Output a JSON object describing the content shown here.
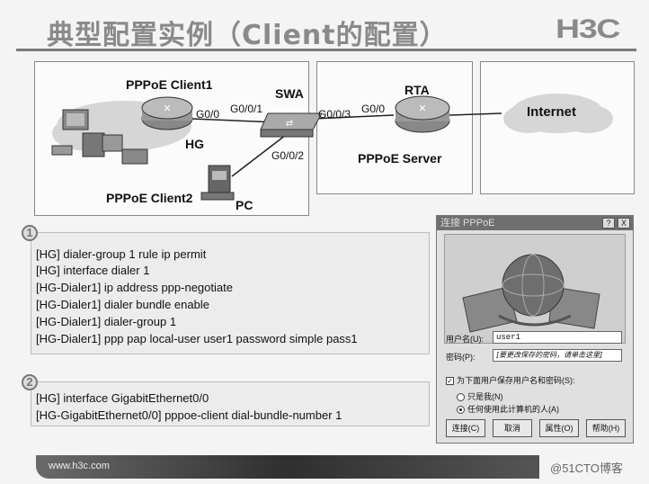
{
  "header": {
    "title": "典型配置实例（Client的配置）",
    "logo": "H3C"
  },
  "topology": {
    "client1_label": "PPPoE Client1",
    "client1_port": "G0/0",
    "hg_label": "HG",
    "client2_label": "PPPoE Client2",
    "pc_label": "PC",
    "swa_label": "SWA",
    "swa_port_1": "G0/0/1",
    "swa_port_2": "G0/0/2",
    "swa_port_3": "G0/0/3",
    "rta_label": "RTA",
    "rta_port": "G0/0",
    "server_label": "PPPoE Server",
    "internet_label": "Internet"
  },
  "step1": {
    "number": "1",
    "lines": [
      "[HG] dialer-group 1 rule ip permit",
      "[HG] interface dialer 1",
      "[HG-Dialer1] ip address ppp-negotiate",
      "[HG-Dialer1] dialer bundle enable",
      "[HG-Dialer1] dialer-group 1",
      "[HG-Dialer1] ppp pap local-user user1 password simple pass1"
    ]
  },
  "step2": {
    "number": "2",
    "lines": [
      "[HG] interface GigabitEthernet0/0",
      "[HG-GigabitEthernet0/0] pppoe-client dial-bundle-number 1"
    ]
  },
  "dialog": {
    "title": "连接 PPPoE",
    "help": "?",
    "close": "X",
    "username_label": "用户名(U):",
    "username_value": "user1",
    "password_label": "密码(P):",
    "password_placeholder": "[要更改保存的密码，请单击这里]",
    "save_checkbox_label": "为下面用户保存用户名和密码(S):",
    "radio_me_label": "只是我(N)",
    "radio_all_label": "任何使用此计算机的人(A)",
    "buttons": {
      "connect": "连接(C)",
      "cancel": "取消",
      "properties": "属性(O)",
      "help": "帮助(H)"
    }
  },
  "footer": {
    "url": "www.h3c.com",
    "watermark": "@51CTO博客"
  }
}
